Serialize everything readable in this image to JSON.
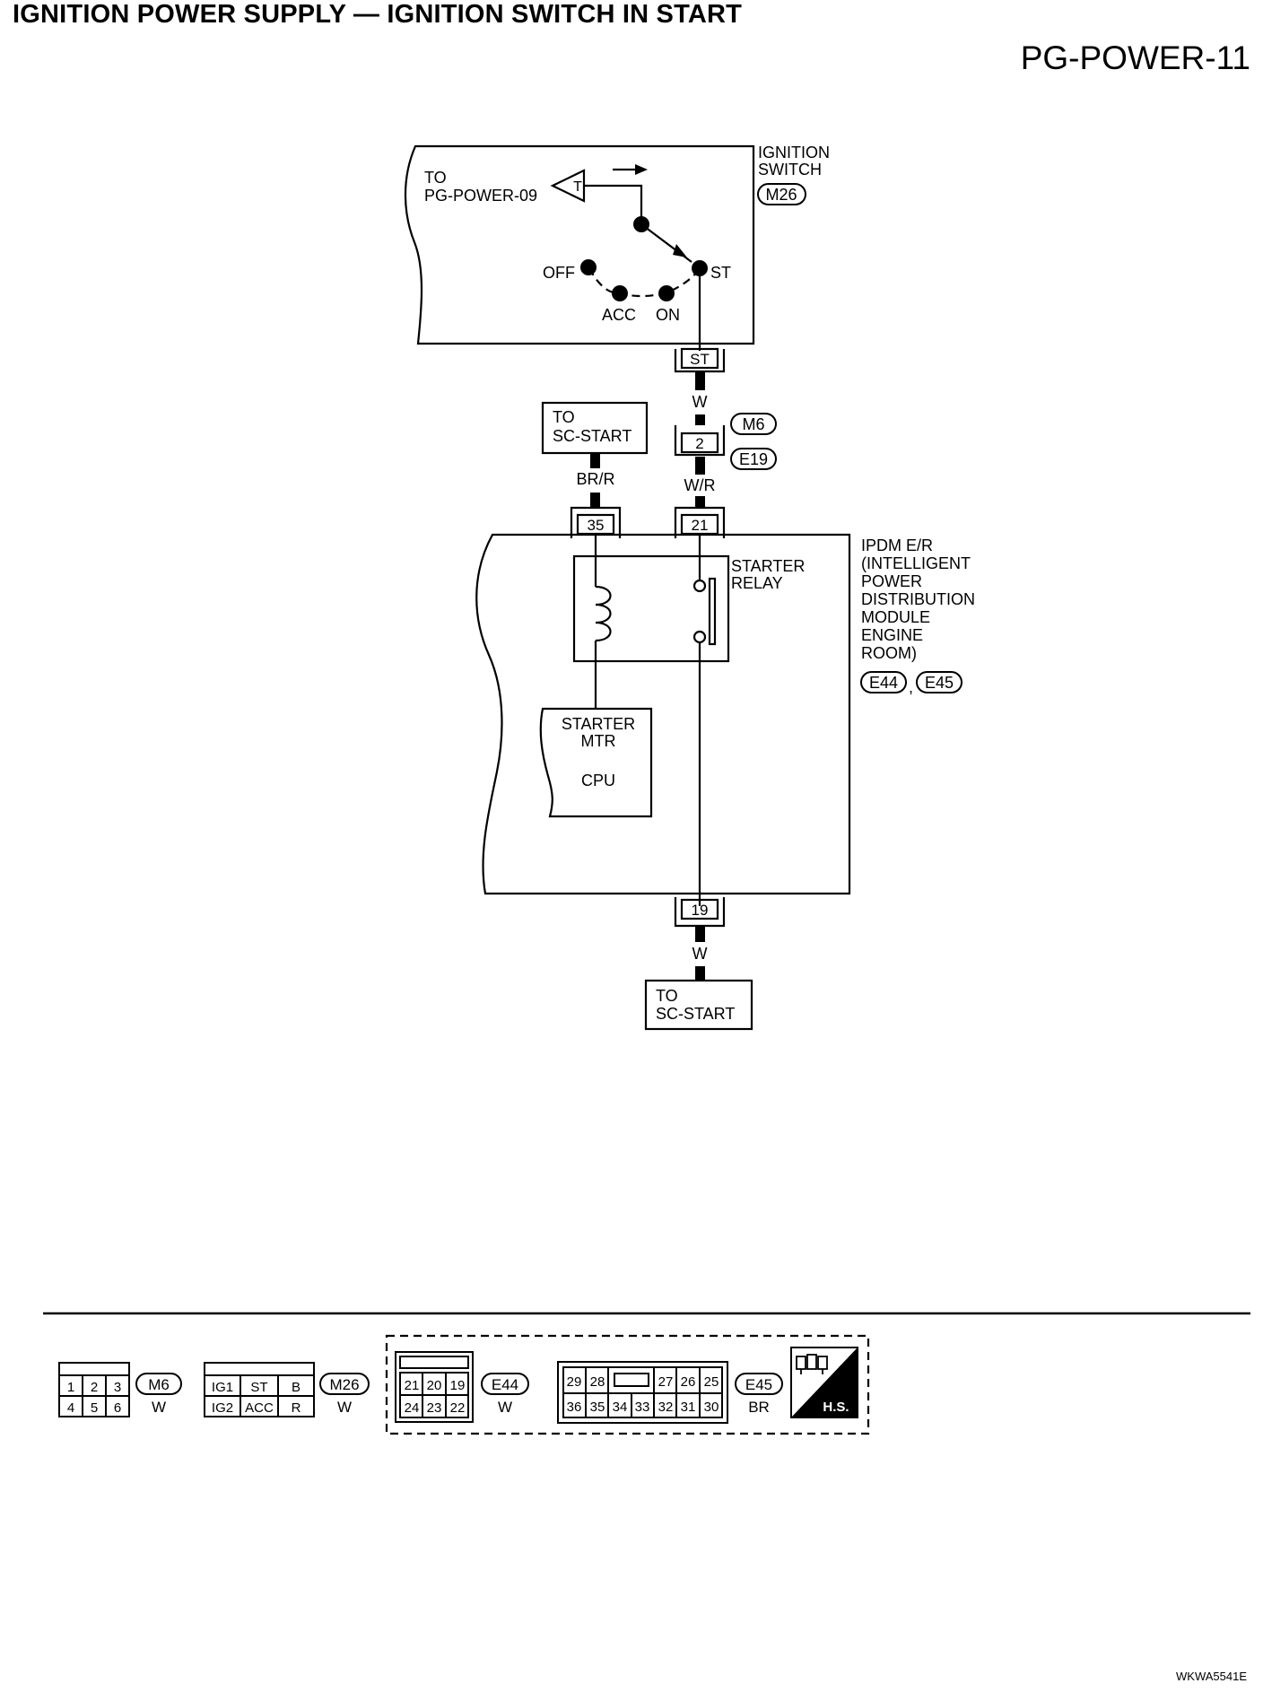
{
  "header": {
    "title": "IGNITION POWER SUPPLY — IGNITION SWITCH IN START",
    "page_code": "PG-POWER-11"
  },
  "ignition_switch": {
    "label_line1": "IGNITION",
    "label_line2": "SWITCH",
    "connector": "M26",
    "to_line1": "TO",
    "to_line2": "PG-POWER-09",
    "arrow_tag": "T",
    "positions": [
      "OFF",
      "ACC",
      "ON",
      "ST"
    ],
    "terminal": "ST"
  },
  "wires": {
    "w_top": "W",
    "w_r": "W/R",
    "br_r": "BR/R",
    "w_bottom": "W"
  },
  "joint_connector": {
    "pin": "2",
    "connector_upper": "M6",
    "connector_lower": "E19"
  },
  "sc_start_top": {
    "line1": "TO",
    "line2": "SC-START"
  },
  "sc_start_bottom": {
    "line1": "TO",
    "line2": "SC-START"
  },
  "ipdm": {
    "pin_coil": "35",
    "pin_supply": "21",
    "pin_output": "19",
    "relay_line1": "STARTER",
    "relay_line2": "RELAY",
    "cpu_line1": "STARTER",
    "cpu_line2": "MTR",
    "cpu_line3": "CPU",
    "label_lines": [
      "IPDM E/R",
      "(INTELLIGENT",
      "POWER",
      "DISTRIBUTION",
      "MODULE",
      "ENGINE",
      "ROOM)"
    ],
    "connector_a": "E44",
    "connector_b": "E45",
    "separator": ","
  },
  "connector_views": {
    "m6": {
      "name": "M6",
      "color": "W",
      "row1": [
        "1",
        "2",
        "3"
      ],
      "row2": [
        "4",
        "5",
        "6"
      ]
    },
    "m26": {
      "name": "M26",
      "color": "W",
      "row1": [
        "IG1",
        "ST",
        "B"
      ],
      "row2": [
        "IG2",
        "ACC",
        "R"
      ]
    },
    "e44": {
      "name": "E44",
      "color": "W",
      "row1": [
        "21",
        "20",
        "19"
      ],
      "row2": [
        "24",
        "23",
        "22"
      ]
    },
    "e45": {
      "name": "E45",
      "color": "BR",
      "row1": [
        "29",
        "28",
        "27",
        "26",
        "25"
      ],
      "row2": [
        "36",
        "35",
        "34",
        "33",
        "32",
        "31",
        "30"
      ]
    },
    "hs_label": "H.S."
  },
  "figure_code": "WKWA5541E"
}
